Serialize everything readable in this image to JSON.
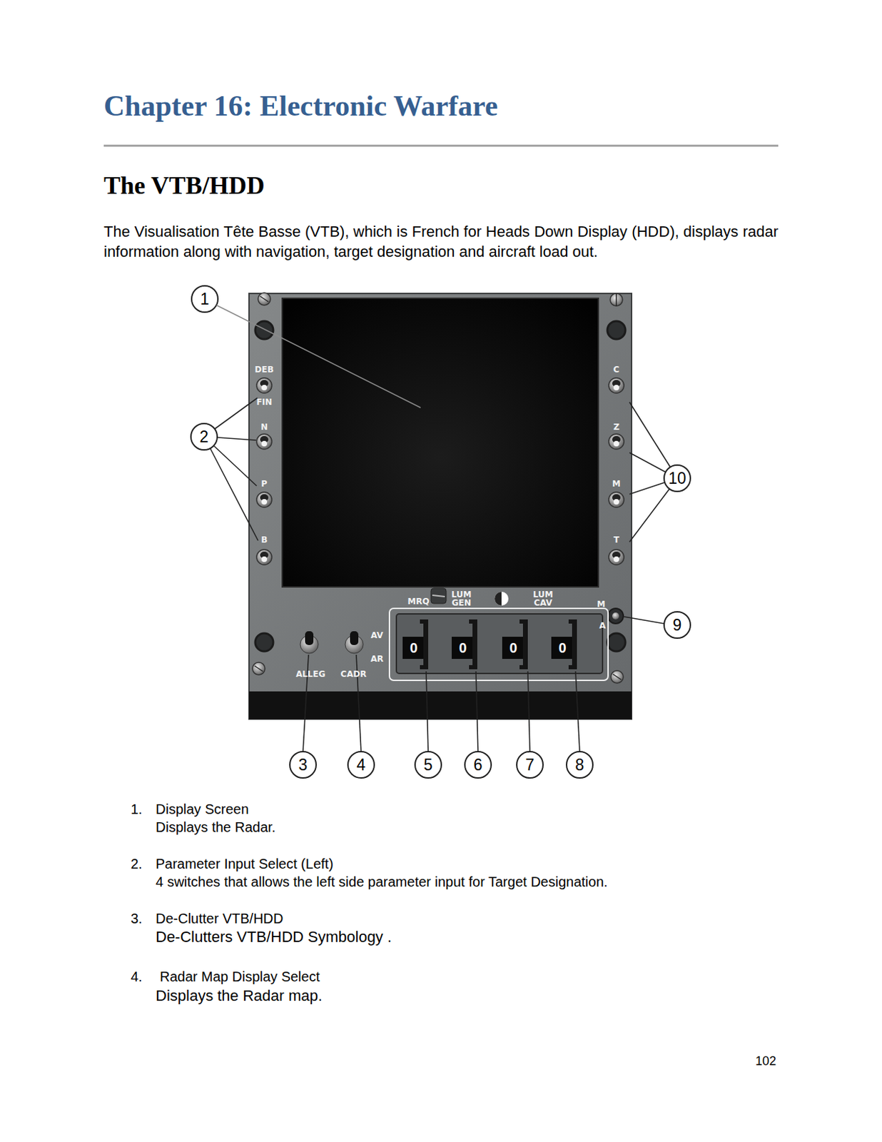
{
  "diagram": {
    "title": "Chapter 16: Electronic Warfare",
    "labels": [
      "The VTB/HDD",
      "The Visualisation Tête Basse (VTB), which is French for Heads Down Display (HDD), displays radar information along with navigation, target designation and aircraft load out.",
      "1",
      "DEB",
      "FIN",
      "N",
      "P",
      "B",
      "C",
      "Z",
      "M",
      "T",
      "2",
      "10",
      "MRQ",
      "LUM GEN",
      "LUM CAV",
      "M",
      "A",
      "9",
      "AV",
      "AR",
      "ALLEG",
      "CADR",
      "0",
      "0",
      "0",
      "0",
      "3",
      "4",
      "5",
      "6",
      "7",
      "8",
      "1.",
      "Display Screen",
      "Displays the Radar.",
      "2.",
      "Parameter Input Select (Left)",
      "4 switches that allows the left side parameter input for Target Designation.",
      "3.",
      "De-Clutter VTB/HDD",
      "De-Clutters VTB/HDD Symbology .",
      "4.",
      "Radar Map Display Select",
      "Displays the Radar map.",
      "102"
    ]
  }
}
